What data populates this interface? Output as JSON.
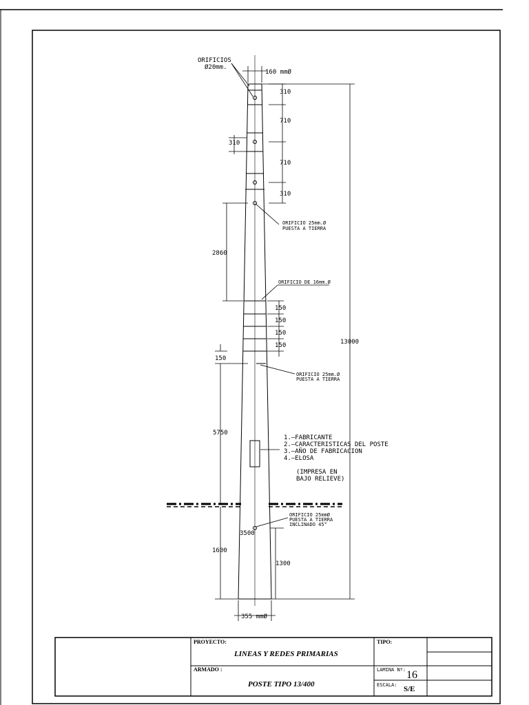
{
  "drawing": {
    "holes_label": "ORIFICIOS",
    "holes_diameter": "Ø20mm.",
    "top_diameter": "160 mmØ",
    "bottom_diameter": "355 mmØ",
    "total_length": "13000",
    "dims_right": [
      "310",
      "710",
      "710",
      "310"
    ],
    "dim_left_310": "310",
    "dim_2860": "2860",
    "dims_150": [
      "150",
      "150",
      "150",
      "150"
    ],
    "dim_150_left": "150",
    "dim_5750": "5750",
    "dim_1600": "1600",
    "dim_1300": "1300",
    "dim_3500": "3500",
    "note_ground_1": {
      "line1": "ORIFICIO 25mm.Ø",
      "line2": "PUESTA A TIERRA"
    },
    "note_16mm": "ORIFICIO DE 16mm.Ø",
    "note_ground_2": {
      "line1": "ORIFICIO 25mm.Ø",
      "line2": "PUESTA A TIERRA"
    },
    "plate_items": [
      "1.–FABRICANTE",
      "2.–CARACTERISTICAS DEL POSTE",
      "3.–AÑO DE FABRICACION",
      "4.–ELOSA"
    ],
    "plate_note": {
      "line1": "(IMPRESA EN",
      "line2": "BAJO RELIEVE)"
    },
    "note_ground_3": {
      "line1": "ORIFICIO 25mmØ",
      "line2": "PUESTA A TIERRA",
      "line3": "INCLINADO 45°"
    }
  },
  "title_block": {
    "proyecto_label": "PROYECTO:",
    "proyecto_value": "LINEAS Y REDES PRIMARIAS",
    "armado_label": "ARMADO :",
    "armado_value": "POSTE TIPO 13/400",
    "tipo_label": "TIPO:",
    "lamina_label": "LAMINA Nº:",
    "lamina_value": "16",
    "escala_label": "ESCALA:",
    "escala_value": "S/E"
  }
}
